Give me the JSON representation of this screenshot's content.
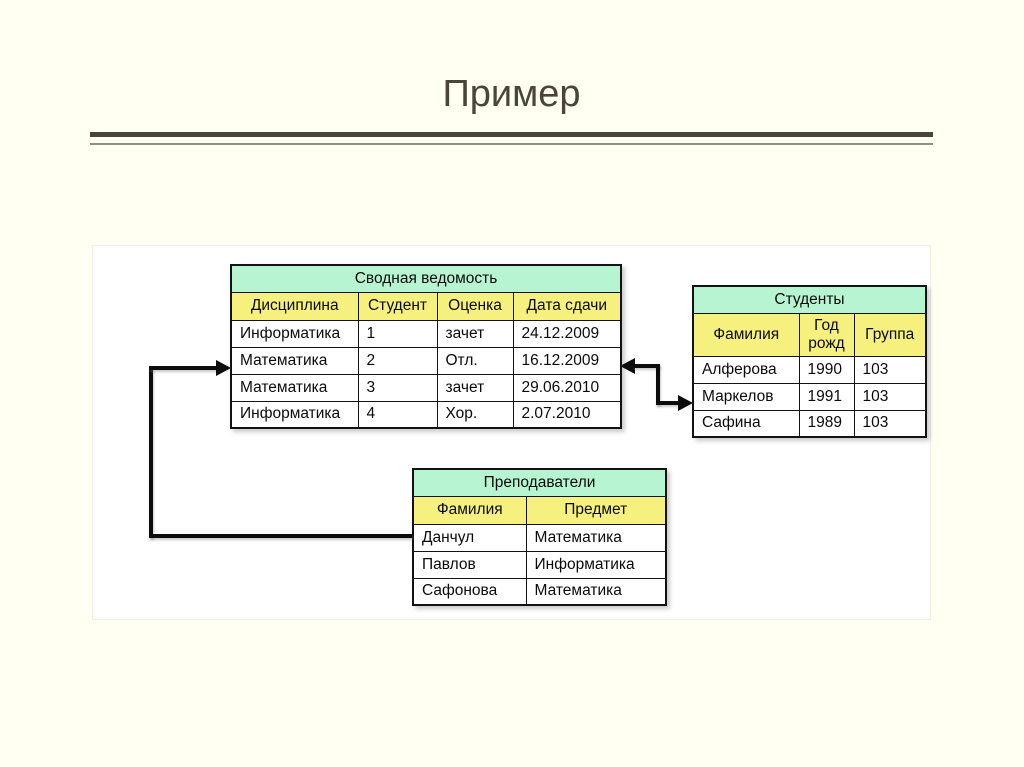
{
  "slide": {
    "title": "Пример"
  },
  "colors": {
    "mint_header": "#b7f5d2",
    "yellow_header": "#f6f07e",
    "table_border": "#121212",
    "title_text": "#4a443c",
    "rule_dark": "#4a443c",
    "rule_gray": "#8f8f88",
    "background": "#fffff2"
  },
  "tables": {
    "summary": {
      "title": "Сводная ведомость",
      "headers": [
        "Дисциплина",
        "Студент",
        "Оценка",
        "Дата сдачи"
      ],
      "rows": [
        [
          "Информатика",
          "1",
          "зачет",
          "24.12.2009"
        ],
        [
          "Математика",
          "2",
          "Отл.",
          "16.12.2009"
        ],
        [
          "Математика",
          "3",
          "зачет",
          "29.06.2010"
        ],
        [
          "Информатика",
          "4",
          "Хор.",
          "2.07.2010"
        ]
      ]
    },
    "students": {
      "title": "Студенты",
      "headers": [
        "Фамилия",
        "Год рожд",
        "Группа"
      ],
      "rows": [
        [
          "Алферова",
          "1990",
          "103"
        ],
        [
          "Маркелов",
          "1991",
          "103"
        ],
        [
          "Сафина",
          "1989",
          "103"
        ]
      ]
    },
    "teachers": {
      "title": "Преподаватели",
      "headers": [
        "Фамилия",
        "Предмет"
      ],
      "rows": [
        [
          "Данчул",
          "Математика"
        ],
        [
          "Павлов",
          "Информатика"
        ],
        [
          "Сафонова",
          "Математика"
        ]
      ]
    }
  }
}
